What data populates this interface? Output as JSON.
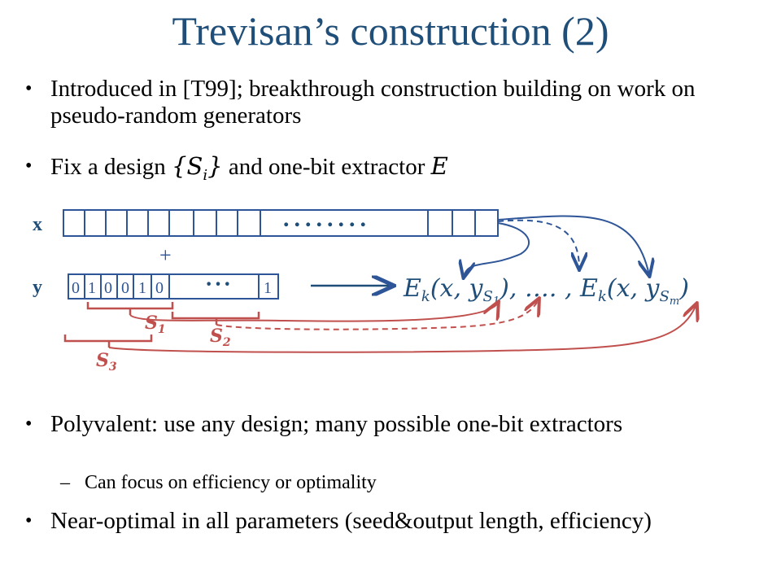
{
  "title": "Trevisan’s construction (2)",
  "bullets": {
    "b1": "Introduced in [T99]; breakthrough construction building on work on pseudo-random generators",
    "b2_prefix": "Fix a design ",
    "b2_design": "{S",
    "b2_design_sub": "i",
    "b2_design_close": "}",
    "b2_mid": " and one-bit extractor ",
    "b2_E": "E",
    "b3": "Polyvalent: use any design; many possible one-bit extractors",
    "b3_sub": "Can focus on efficiency or optimality",
    "b4": "Near-optimal in all parameters (seed&output length, efficiency)"
  },
  "diagram": {
    "x_label": "x",
    "y_label": "y",
    "plus": "+",
    "x_dots": "........",
    "y_dots": "···",
    "y_bits": [
      "0",
      "1",
      "0",
      "0",
      "1",
      "0"
    ],
    "y_last_bit": "1",
    "s1": "S",
    "s1_sub": "1",
    "s2": "S",
    "s2_sub": "2",
    "s3": "S",
    "s3_sub": "3",
    "output_E": "E",
    "output_k": "k",
    "output_x": "(x, y",
    "output_S": "S",
    "output_1": "1",
    "output_mid": "), …. , ",
    "output_m": "m",
    "output_close": ")"
  },
  "colors": {
    "title": "#1f4e79",
    "blue": "#2e5597",
    "red": "#c0504d"
  }
}
